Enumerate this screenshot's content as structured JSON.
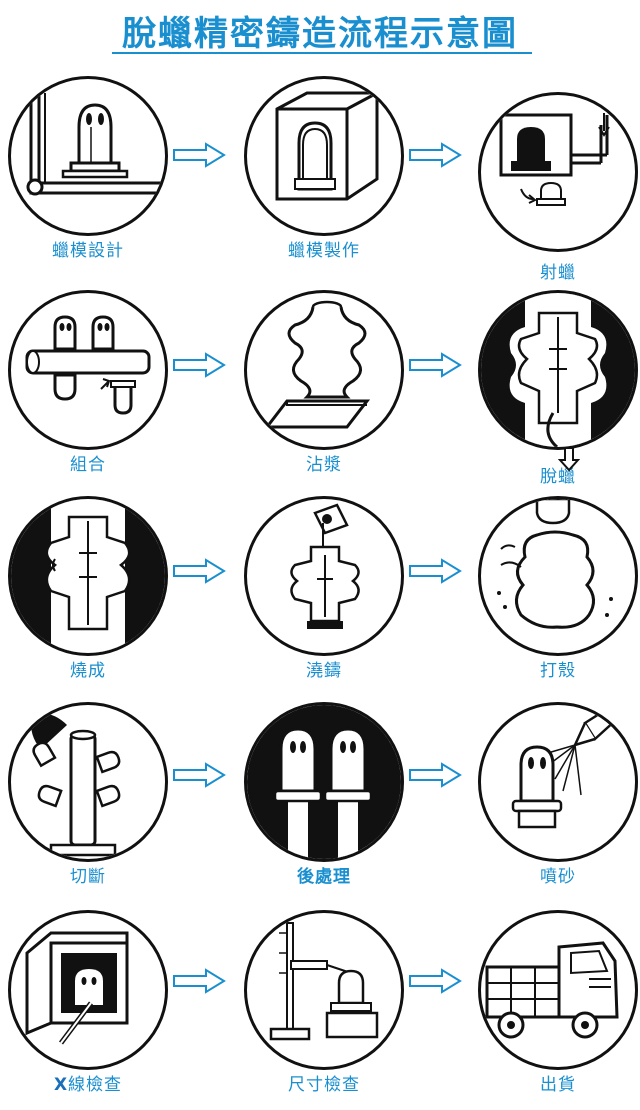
{
  "title": "脫蠟精密鑄造流程示意圖",
  "accent_color": "#1a8fd0",
  "stages": [
    {
      "label": "蠟模設計",
      "icon": "wax-model-design-icon"
    },
    {
      "label": "蠟模製作",
      "icon": "wax-mold-making-icon"
    },
    {
      "label": "射蠟",
      "icon": "wax-injection-icon"
    },
    {
      "label": "組合",
      "icon": "assembly-icon"
    },
    {
      "label": "沾漿",
      "icon": "slurry-dipping-icon"
    },
    {
      "label": "脫蠟",
      "icon": "dewaxing-icon"
    },
    {
      "label": "燒成",
      "icon": "firing-icon"
    },
    {
      "label": "澆鑄",
      "icon": "pouring-icon"
    },
    {
      "label": "打殼",
      "icon": "shell-knockout-icon"
    },
    {
      "label": "切斷",
      "icon": "cutting-icon"
    },
    {
      "label": "後處理",
      "icon": "post-processing-icon"
    },
    {
      "label": "噴砂",
      "icon": "sandblasting-icon"
    },
    {
      "label_prefix": "X",
      "label": "線檢查",
      "icon": "xray-inspection-icon"
    },
    {
      "label": "尺寸檢查",
      "icon": "dimension-inspection-icon"
    },
    {
      "label": "出貨",
      "icon": "shipping-truck-icon"
    }
  ]
}
